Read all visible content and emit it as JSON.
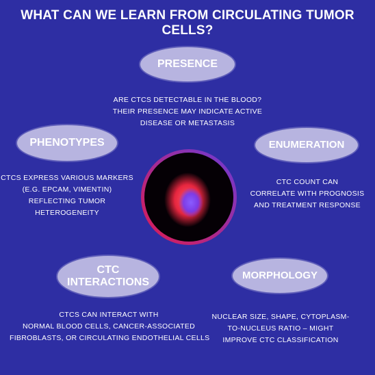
{
  "title": "WHAT CAN WE LEARN FROM CIRCULATING TUMOR CELLS?",
  "colors": {
    "background": "#2e2ea3",
    "pill": "#b7b4e0",
    "text": "#ffffff",
    "ring_start": "#e01a4f",
    "ring_end": "#6a3bd8"
  },
  "nodes": {
    "presence": {
      "label": "PRESENCE",
      "lines": [
        "ARE CTCS DETECTABLE IN THE BLOOD?",
        "THEIR PRESENCE MAY INDICATE ACTIVE",
        "DISEASE OR METASTASIS"
      ]
    },
    "phenotypes": {
      "label": "PHENOTYPES",
      "lines": [
        "CTCS EXPRESS VARIOUS MARKERS",
        "(E.G. EPCAM, VIMENTIN)",
        "REFLECTING TUMOR",
        "HETEROGENEITY"
      ]
    },
    "enumeration": {
      "label": "ENUMERATION",
      "lines": [
        "CTC COUNT CAN",
        "CORRELATE WITH PROGNOSIS",
        "AND TREATMENT RESPONSE"
      ]
    },
    "interactions": {
      "label_lines": [
        "CTC",
        "INTERACTIONS"
      ],
      "lines": [
        "CTCS CAN INTERACT WITH",
        "NORMAL BLOOD CELLS, CANCER-ASSOCIATED",
        "FIBROBLASTS, OR CIRCULATING ENDOTHELIAL CELLS"
      ]
    },
    "morphology": {
      "label": "MORPHOLOGY",
      "lines": [
        "NUCLEAR SIZE, SHAPE, CYTOPLASM-",
        "TO-NUCLEUS RATIO – MIGHT",
        "IMPROVE CTC CLASSIFICATION"
      ]
    }
  },
  "center_image": {
    "depicts": "circulating-tumor-cell-micrograph",
    "colors": {
      "cytoplasm": "#ff2a45",
      "nucleus": "#6a3cff",
      "background": "#050005"
    }
  }
}
